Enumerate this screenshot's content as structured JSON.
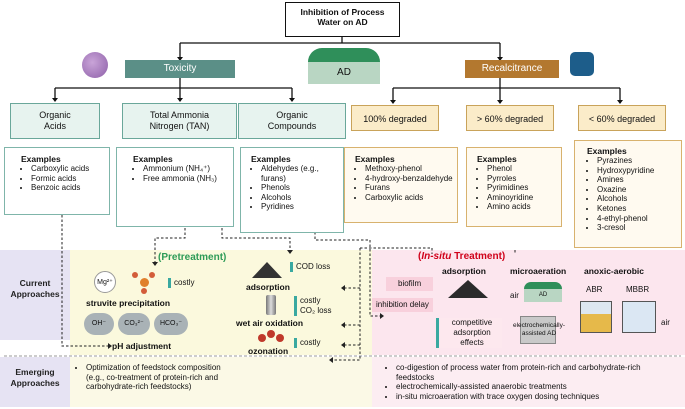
{
  "title": [
    "Inhibition of Process",
    "Water on AD"
  ],
  "ad_label": "AD",
  "toxicity": {
    "label": "Toxicity",
    "categories": [
      {
        "title": [
          "Organic",
          "Acids"
        ],
        "examples_label": "Examples",
        "items": [
          "Carboxylic acids",
          "Formic acids",
          "Benzoic acids"
        ]
      },
      {
        "title": [
          "Total Ammonia",
          "Nitrogen (TAN)"
        ],
        "examples_label": "Examples",
        "items": [
          "Ammonium (NH₄⁺)",
          "Free ammonia (NH₃)"
        ]
      },
      {
        "title": [
          "Organic",
          "Compounds"
        ],
        "examples_label": "Examples",
        "items": [
          "Aldehydes (e.g., furans)",
          "Phenols",
          "Alcohols",
          "Pyridines"
        ]
      }
    ]
  },
  "recalcitrance": {
    "label": "Recalcitrance",
    "categories": [
      {
        "title": "100% degraded",
        "examples_label": "Examples",
        "items": [
          "Methoxy-phenol",
          "4-hydroxy-benzaldehyde",
          "Furans",
          "Carboxylic acids"
        ]
      },
      {
        "title": "> 60% degraded",
        "examples_label": "Examples",
        "items": [
          "Phenol",
          "Pyrroles",
          "Pyrimidines",
          "Aminoyridine",
          "Amino acids"
        ]
      },
      {
        "title": "< 60% degraded",
        "examples_label": "Examples",
        "items": [
          "Pyrazines",
          "Hydroxypyridine",
          "Amines",
          "Oxazine",
          "Alcohols",
          "Ketones",
          "4-ethyl-phenol",
          "3-cresol"
        ]
      }
    ]
  },
  "current_label": [
    "Current",
    "Approaches"
  ],
  "emerging_label": [
    "Emerging",
    "Approaches"
  ],
  "pretreatment": {
    "title": "(Pretreatment)",
    "mg": "Mg²⁺",
    "costly_1": "costly",
    "struvite": "struvite precipitation",
    "ions": [
      "OH⁻",
      "CO₃²⁻",
      "HCO₃⁻"
    ],
    "ph": "pH adjustment",
    "cod_loss": "COD loss",
    "adsorption": "adsorption",
    "costly_co2": [
      "costly",
      "CO₂ loss"
    ],
    "wet_air": "wet air oxidation",
    "costly_2": "costly",
    "ozonation": "ozonation"
  },
  "insitu": {
    "title_italic": "In-situ",
    "title_rest": " Treatment)",
    "title_open": "(",
    "adsorption": "adsorption",
    "microaeration": "microaeration",
    "anoxic": "anoxic-aerobic",
    "biofilm": "biofilm",
    "inhibition_delay": "inhibition delay",
    "competitive": [
      "competitive",
      "adsorption",
      "effects"
    ],
    "air": "air",
    "ad": "AD",
    "electro": [
      "electrochemically-",
      "assisted AD"
    ],
    "abr": "ABR",
    "mbbr": "MBBR",
    "air2": "air"
  },
  "emerging_left": [
    "Optimization of feedstock composition",
    "(e.g., co-treatment of protein-rich and",
    "carbohydrate-rich feedstocks)"
  ],
  "emerging_right": [
    "co-digestion of process water from protein-rich and carbohydrate-rich feedstocks",
    "electrochemically-assisted anaerobic treatments",
    "in-situ microaeration with trace oxygen dosing techniques"
  ],
  "colors": {
    "teal": "#5b8f87",
    "tan": "#b3782f",
    "yellow_zone": "#fbf9dd",
    "pink_zone": "#fce4ec",
    "red": "#d0021b",
    "green": "#2e9b57"
  }
}
